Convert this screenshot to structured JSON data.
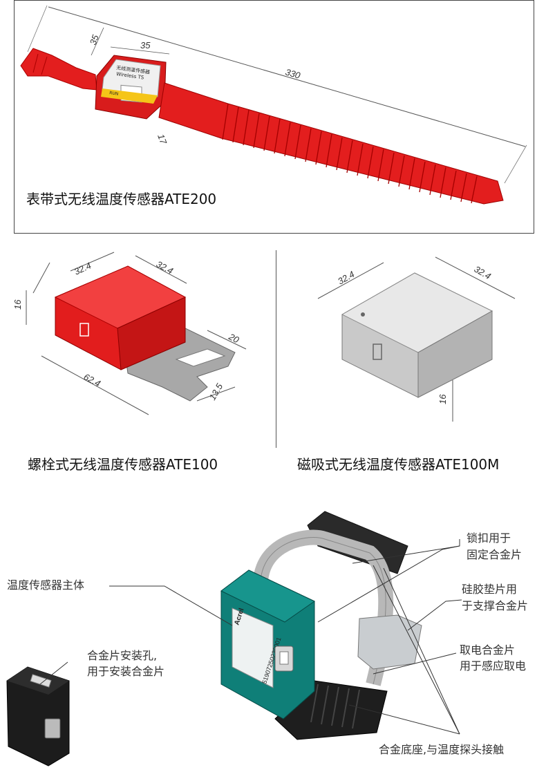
{
  "panel1": {
    "caption": "表带式无线温度传感器ATE200",
    "dims": {
      "total_length": "330",
      "body_width": "35",
      "body_height": "35",
      "strap_width": "17"
    },
    "device_label": {
      "line1": "无线测温传感器",
      "line2": "Wireless TS",
      "run": "RUN"
    }
  },
  "panel2": {
    "caption": "螺栓式无线温度传感器ATE100",
    "dims": {
      "top_a": "32.4",
      "top_b": "32.4",
      "height": "16",
      "slot": "20",
      "length": "62.4",
      "tab": "13.5"
    }
  },
  "panel3": {
    "caption": "磁吸式无线温度传感器ATE100M",
    "dims": {
      "top_a": "32.4",
      "top_b": "32.4",
      "height": "16"
    }
  },
  "panel4": {
    "labels": {
      "sensor_body": "温度传感器主体",
      "hole_line1": "合金片安装孔,",
      "hole_line2": "用于安装合金片",
      "lock_line1": "锁扣用于",
      "lock_line2": "固定合金片",
      "pad_line1": "硅胶垫片用",
      "pad_line2": "于支撑合金片",
      "power_line1": "取电合金片",
      "power_line2": "用于感应取电",
      "base": "合金底座,与温度探头接触"
    },
    "device_text": {
      "brand": "Acrel",
      "serial": "5190725023000​1"
    }
  }
}
